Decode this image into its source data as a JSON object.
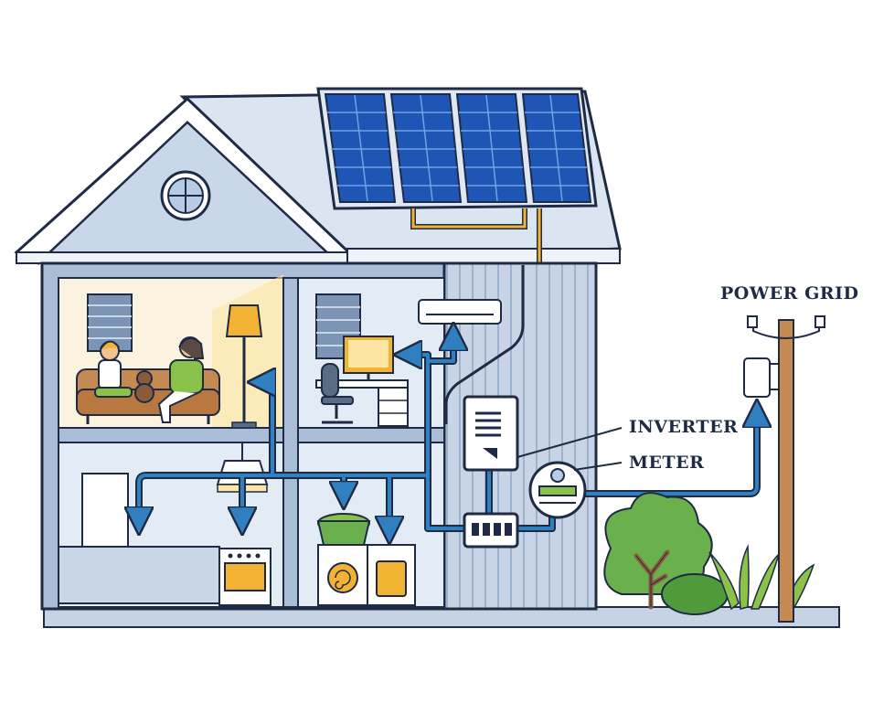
{
  "labels": {
    "power_grid": "POWER GRID",
    "inverter": "INVERTER",
    "meter": "METER"
  },
  "icons": [
    "solar-panel-icon",
    "inverter-icon",
    "meter-icon",
    "breaker-box-icon",
    "power-pole-icon",
    "air-conditioner-icon",
    "computer-monitor-icon",
    "lamp-icon",
    "washing-machine-icon",
    "dryer-icon",
    "refrigerator-icon",
    "oven-icon",
    "sofa-icon",
    "tree-icon"
  ],
  "colors": {
    "outline": "#1f2a44",
    "flow_arrow": "#2f7fc1",
    "solar_wire": "#f2b233",
    "panel": "#1f56b5",
    "wall": "#a9bdd6",
    "room": "#e3ebf4",
    "tree": "#6ab04c"
  }
}
